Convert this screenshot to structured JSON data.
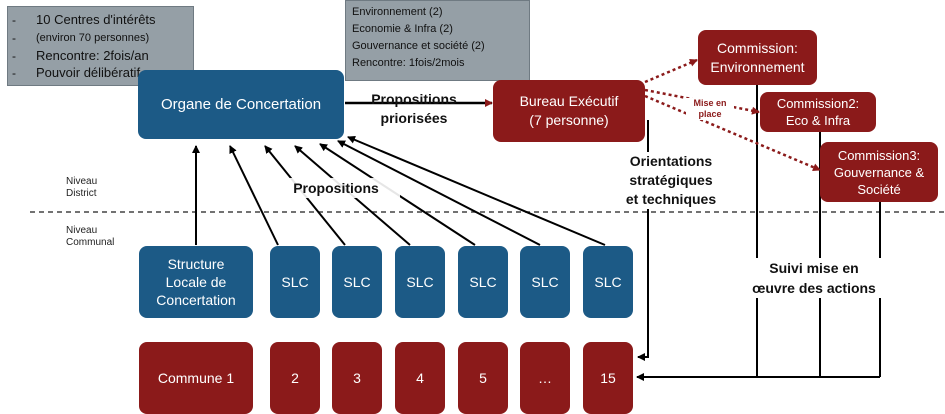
{
  "note_left": {
    "lines": [
      "10 Centres d'intérêts",
      "(environ 70 personnes)",
      "Rencontre: 2fois/an",
      "Pouvoir délibératif"
    ],
    "bullets": [
      "-",
      "-",
      "-",
      "-"
    ]
  },
  "note_top": {
    "lines": [
      "Environnement (2)",
      "Economie & Infra (2)",
      "Gouvernance et société (2)",
      "Rencontre: 1fois/2mois"
    ]
  },
  "organe": "Organe de Concertation",
  "propositions_priorisees": "Propositions\npriorisées",
  "bureau": "Bureau Exécutif\n(7 personne)",
  "commission1": "Commission:\nEnvironnement",
  "commission2": "Commission2:\nEco & Infra",
  "commission3": "Commission3:\nGouvernance &\nSociété",
  "mise_en_place": "Mise en\nplace",
  "orientations": "Orientations\nstratégiques\net techniques",
  "propositions": "Propositions",
  "niveau_district": "Niveau\nDistrict",
  "niveau_communal": "Niveau\nCommunal",
  "structure_locale": "Structure\nLocale de\nConcertation",
  "slc_label": "SLC",
  "suivi": "Suivi mise en\nœuvre des actions",
  "communes": [
    "Commune 1",
    "2",
    "3",
    "4",
    "5",
    "…",
    "15"
  ],
  "colors": {
    "blue": "#1c5a86",
    "red": "#8b1a1a",
    "note": "#959fa6"
  }
}
